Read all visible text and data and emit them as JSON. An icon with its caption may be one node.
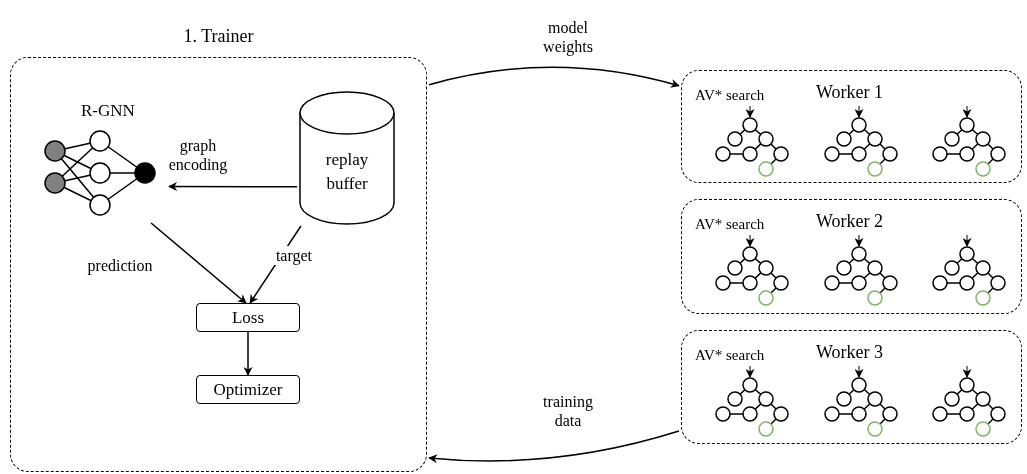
{
  "diagram": {
    "nodes": [
      {
        "text": [
          "1. Trainer"
        ]
      },
      {
        "text": [
          "R-GNN"
        ],
        "in": 0
      },
      {
        "text": [
          "replay buffer"
        ],
        "in": 0
      },
      {
        "text": [
          "Loss"
        ],
        "in": 0
      },
      {
        "text": [
          "Optimizer"
        ],
        "in": 0
      },
      {
        "text": [
          "AV* search",
          "Worker 1"
        ]
      },
      {
        "text": [
          "AV* search",
          "Worker 2"
        ]
      },
      {
        "text": [
          "AV* search",
          "Worker 3"
        ]
      }
    ],
    "edges": [
      {
        "from": 0,
        "to": 5,
        "arrow": "to",
        "label": "model weights"
      },
      {
        "from": 2,
        "to": 1,
        "arrow": "to",
        "label": "graph encoding"
      },
      {
        "from": 1,
        "to": 3,
        "arrow": "to",
        "label": "prediction"
      },
      {
        "from": 2,
        "to": 3,
        "arrow": "to",
        "label": "target"
      },
      {
        "from": 3,
        "to": 4,
        "arrow": "to"
      },
      {
        "from": 7,
        "to": 0,
        "arrow": "to",
        "label": "training data"
      }
    ]
  }
}
